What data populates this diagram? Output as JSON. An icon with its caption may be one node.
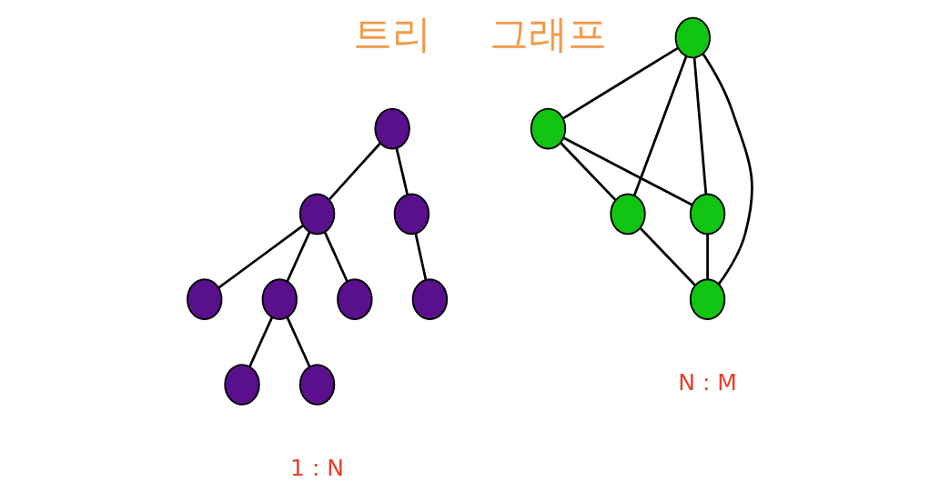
{
  "diagram": {
    "nodes": [
      {
        "text": [],
        "shape": "circle"
      },
      {
        "text": [],
        "shape": "circle"
      },
      {
        "text": [],
        "shape": "circle"
      },
      {
        "text": [],
        "shape": "circle"
      },
      {
        "text": [],
        "shape": "circle"
      },
      {
        "text": [],
        "shape": "circle"
      },
      {
        "text": [],
        "shape": "circle"
      },
      {
        "text": [],
        "shape": "circle"
      },
      {
        "text": [],
        "shape": "circle"
      },
      {
        "text": [],
        "shape": "circle"
      },
      {
        "text": [],
        "shape": "circle"
      },
      {
        "text": [],
        "shape": "circle"
      },
      {
        "text": [],
        "shape": "circle"
      },
      {
        "text": [],
        "shape": "circle"
      }
    ],
    "edges": [
      {
        "from": 0,
        "to": 1,
        "arrow": "none"
      },
      {
        "from": 0,
        "to": 2,
        "arrow": "none"
      },
      {
        "from": 1,
        "to": 3,
        "arrow": "none"
      },
      {
        "from": 1,
        "to": 4,
        "arrow": "none"
      },
      {
        "from": 1,
        "to": 5,
        "arrow": "none"
      },
      {
        "from": 2,
        "to": 6,
        "arrow": "none"
      },
      {
        "from": 4,
        "to": 7,
        "arrow": "none"
      },
      {
        "from": 4,
        "to": 8,
        "arrow": "none"
      },
      {
        "from": 9,
        "to": 10,
        "arrow": "none"
      },
      {
        "from": 9,
        "to": 11,
        "arrow": "none"
      },
      {
        "from": 9,
        "to": 12,
        "arrow": "none"
      },
      {
        "from": 9,
        "to": 13,
        "arrow": "none"
      },
      {
        "from": 10,
        "to": 11,
        "arrow": "none"
      },
      {
        "from": 10,
        "to": 12,
        "arrow": "none"
      },
      {
        "from": 11,
        "to": 13,
        "arrow": "none"
      },
      {
        "from": 12,
        "to": 13,
        "arrow": "none"
      }
    ],
    "labels": [
      "트리",
      "그래프",
      "1 : N",
      "N : M"
    ]
  }
}
